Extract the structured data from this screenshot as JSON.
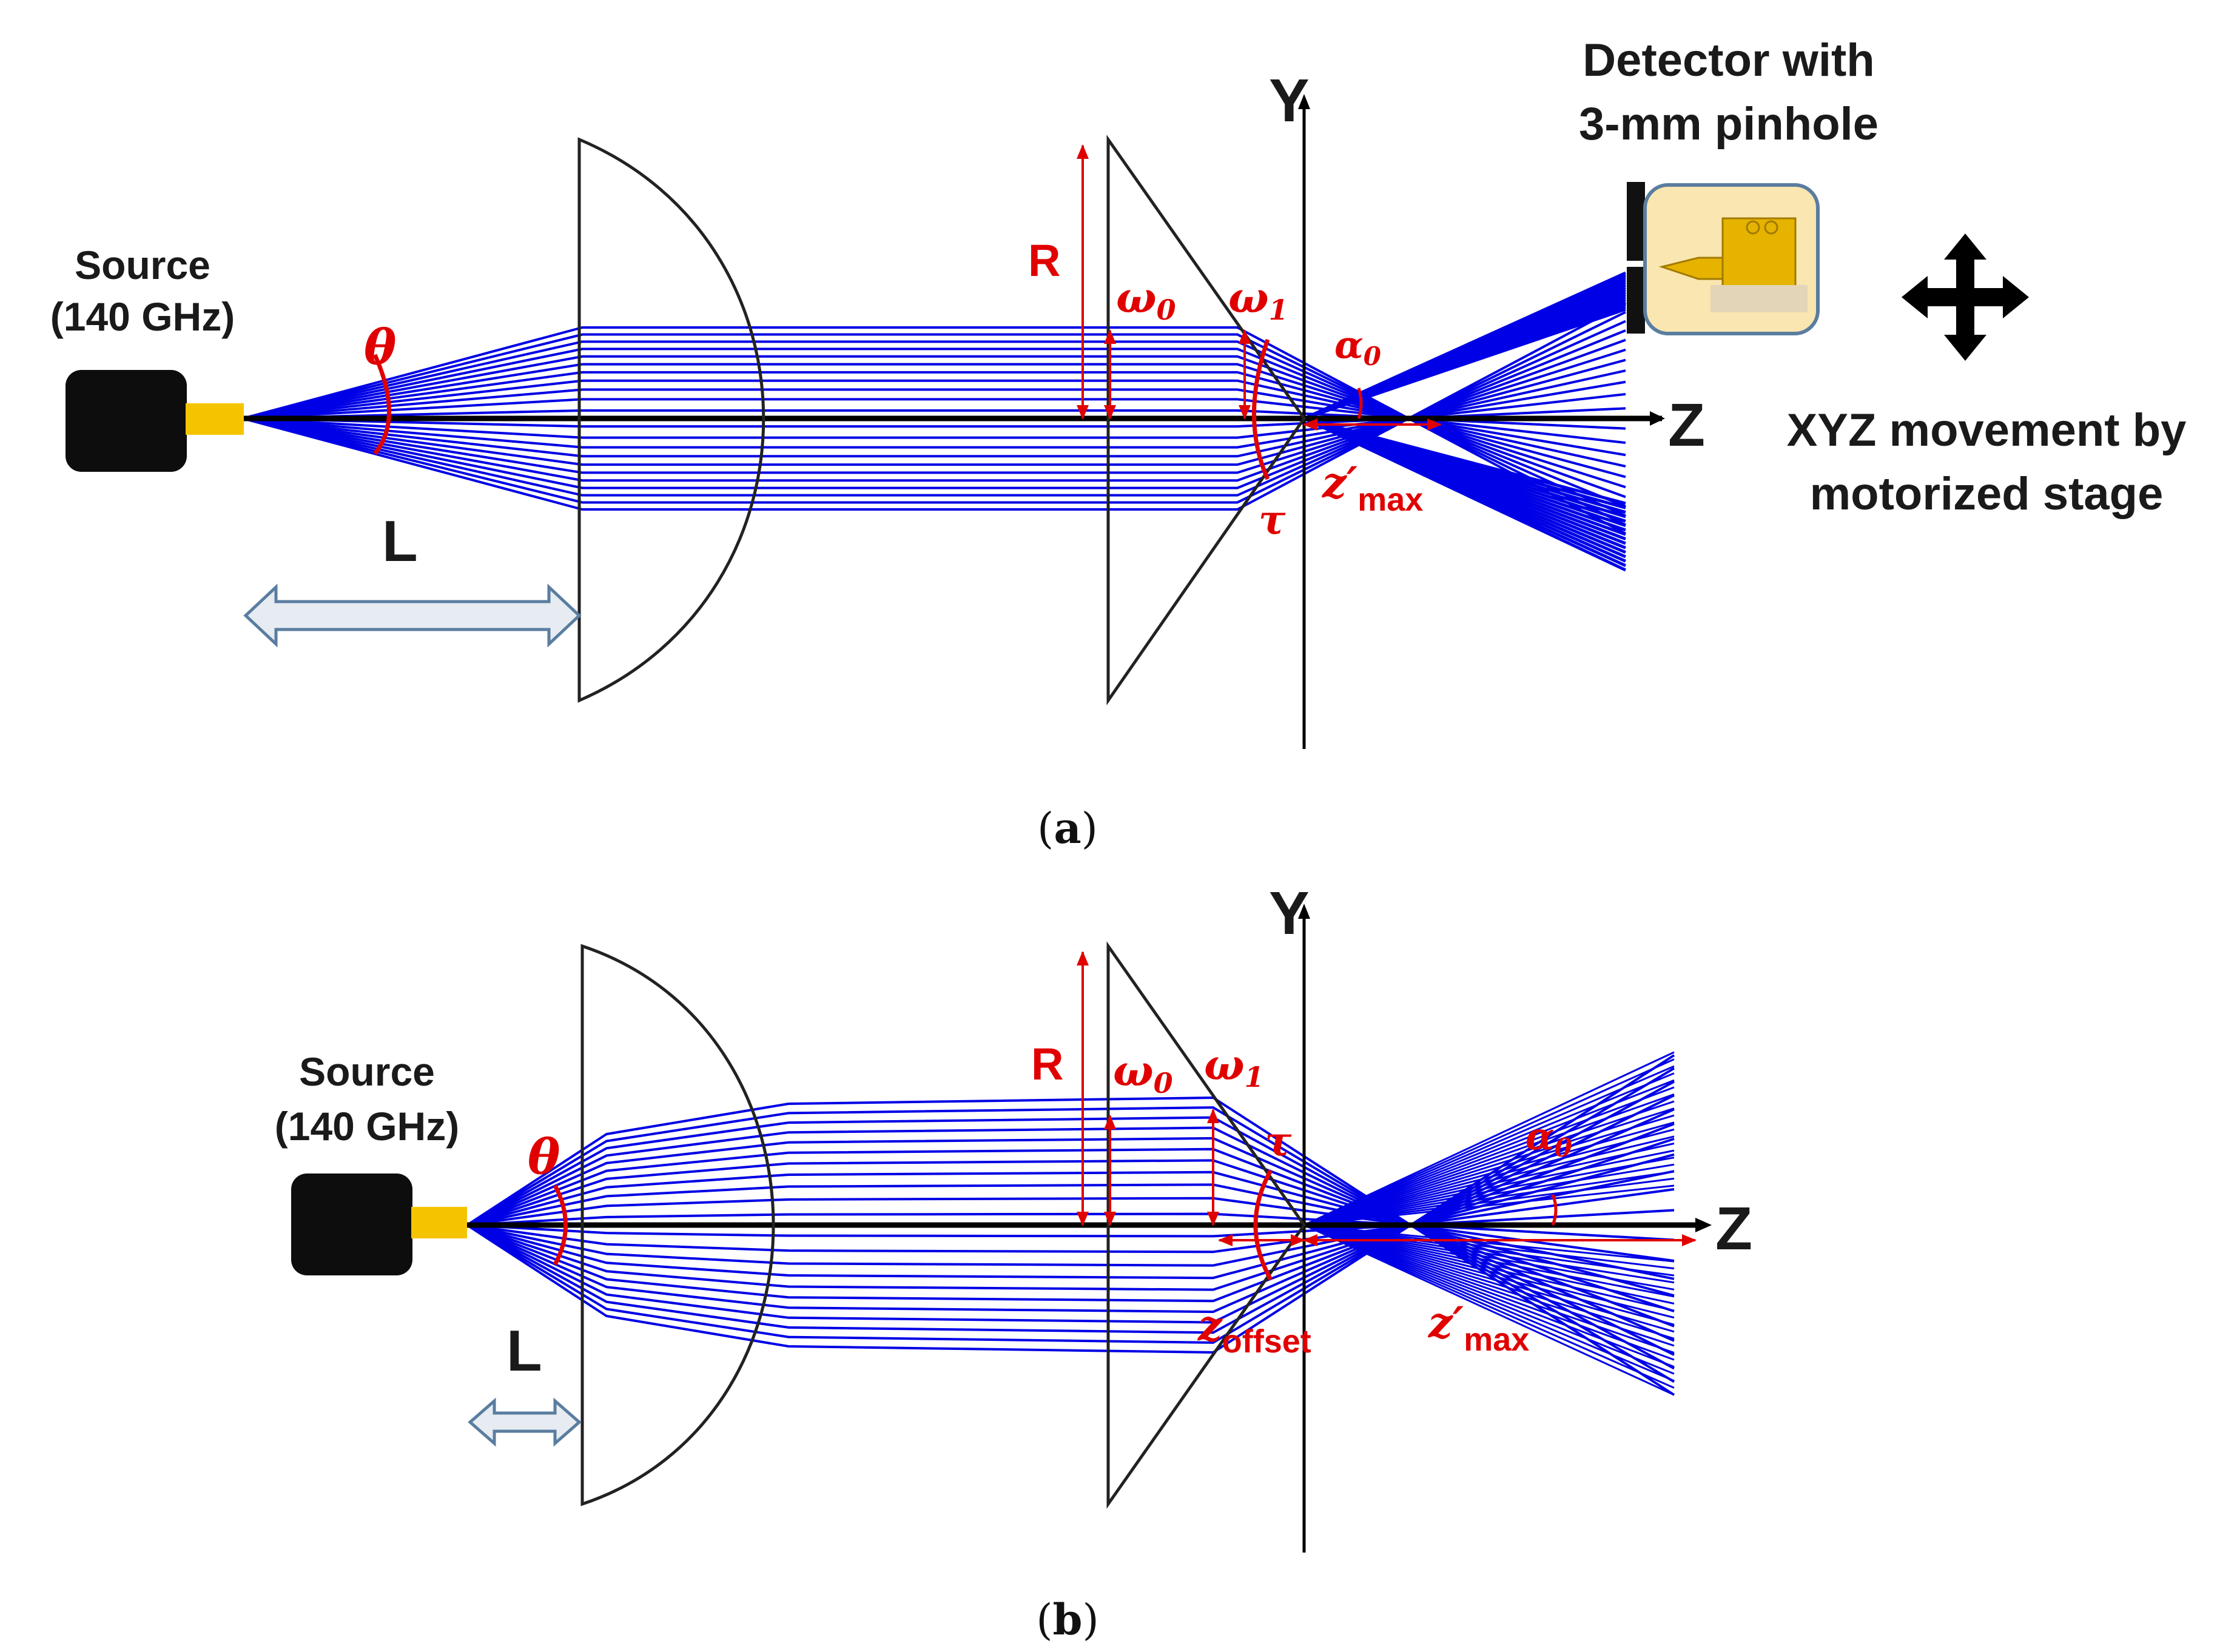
{
  "colors": {
    "beam": "#0000e6",
    "annotation": "#e00000",
    "source_tip": "#f5c400",
    "arrow_fill": "#e6ecf2",
    "arrow_stroke": "#5a7da0"
  },
  "panel_a": {
    "source_label_1": "Source",
    "source_label_2": "(140 GHz)",
    "axis_y": "Y",
    "axis_z": "Z",
    "theta": "θ",
    "L": "L",
    "R": "R",
    "omega0": "ω",
    "omega0_sub": "0",
    "omega1": "ω",
    "omega1_sub": "1",
    "alpha0": "α",
    "alpha0_sub": "0",
    "tau": "τ",
    "zmax": "z′",
    "zmax_sub": "max",
    "detector_1": "Detector with",
    "detector_2": "3-mm pinhole",
    "movement_1": "XYZ movement by",
    "movement_2": "motorized stage",
    "caption_open": "(",
    "caption_letter": "a",
    "caption_close": ")"
  },
  "panel_b": {
    "source_label_1": "Source",
    "source_label_2": "(140 GHz)",
    "axis_y": "Y",
    "axis_z": "Z",
    "theta": "θ",
    "L": "L",
    "R": "R",
    "omega0": "ω",
    "omega0_sub": "0",
    "omega1": "ω",
    "omega1_sub": "1",
    "alpha0": "α",
    "alpha0_sub": "0",
    "tau": "τ",
    "zoffset": "z",
    "zoffset_sub": "offset",
    "zmax": "z′",
    "zmax_sub": "max",
    "caption_open": "(",
    "caption_letter": "b",
    "caption_close": ")"
  }
}
